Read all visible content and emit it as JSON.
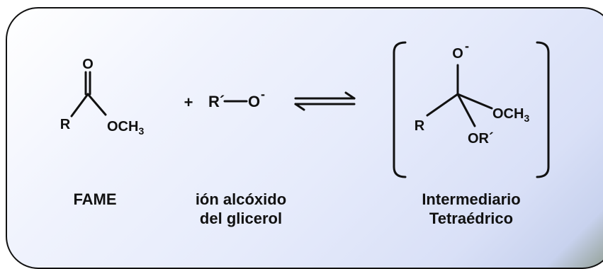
{
  "reactant_1": {
    "atoms": {
      "carbonyl_o": "O",
      "r": "R",
      "och3": "OCH",
      "och3_sub": "3"
    },
    "label": "FAME"
  },
  "reactant_2": {
    "plus": "+",
    "alkoxide_r": "R´",
    "alkoxide_o": "O",
    "charge": "-",
    "label_line_1": "ión alcóxido",
    "label_line_2": "del glicerol"
  },
  "product": {
    "atoms": {
      "top_o": "O",
      "charge": "-",
      "r": "R",
      "och3": "OCH",
      "och3_sub": "3",
      "or": "OR´"
    },
    "label_line_1": "Intermediario",
    "label_line_2": "Tetraédrico"
  },
  "colors": {
    "ink": "#111111",
    "panel_border": "#111111"
  }
}
